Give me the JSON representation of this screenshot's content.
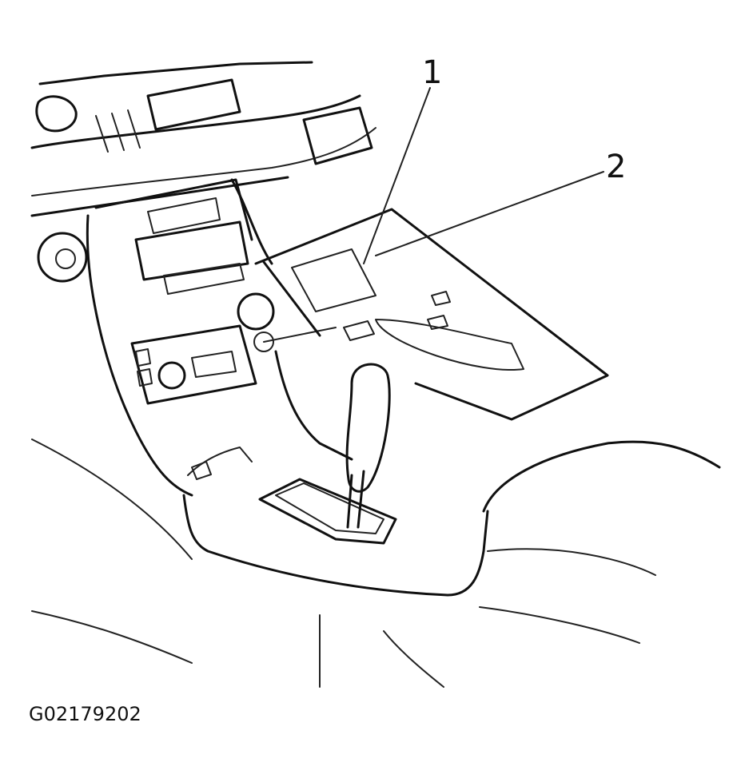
{
  "callouts": [
    {
      "label": "1"
    },
    {
      "label": "2"
    }
  ],
  "figure_id": "G02179202"
}
